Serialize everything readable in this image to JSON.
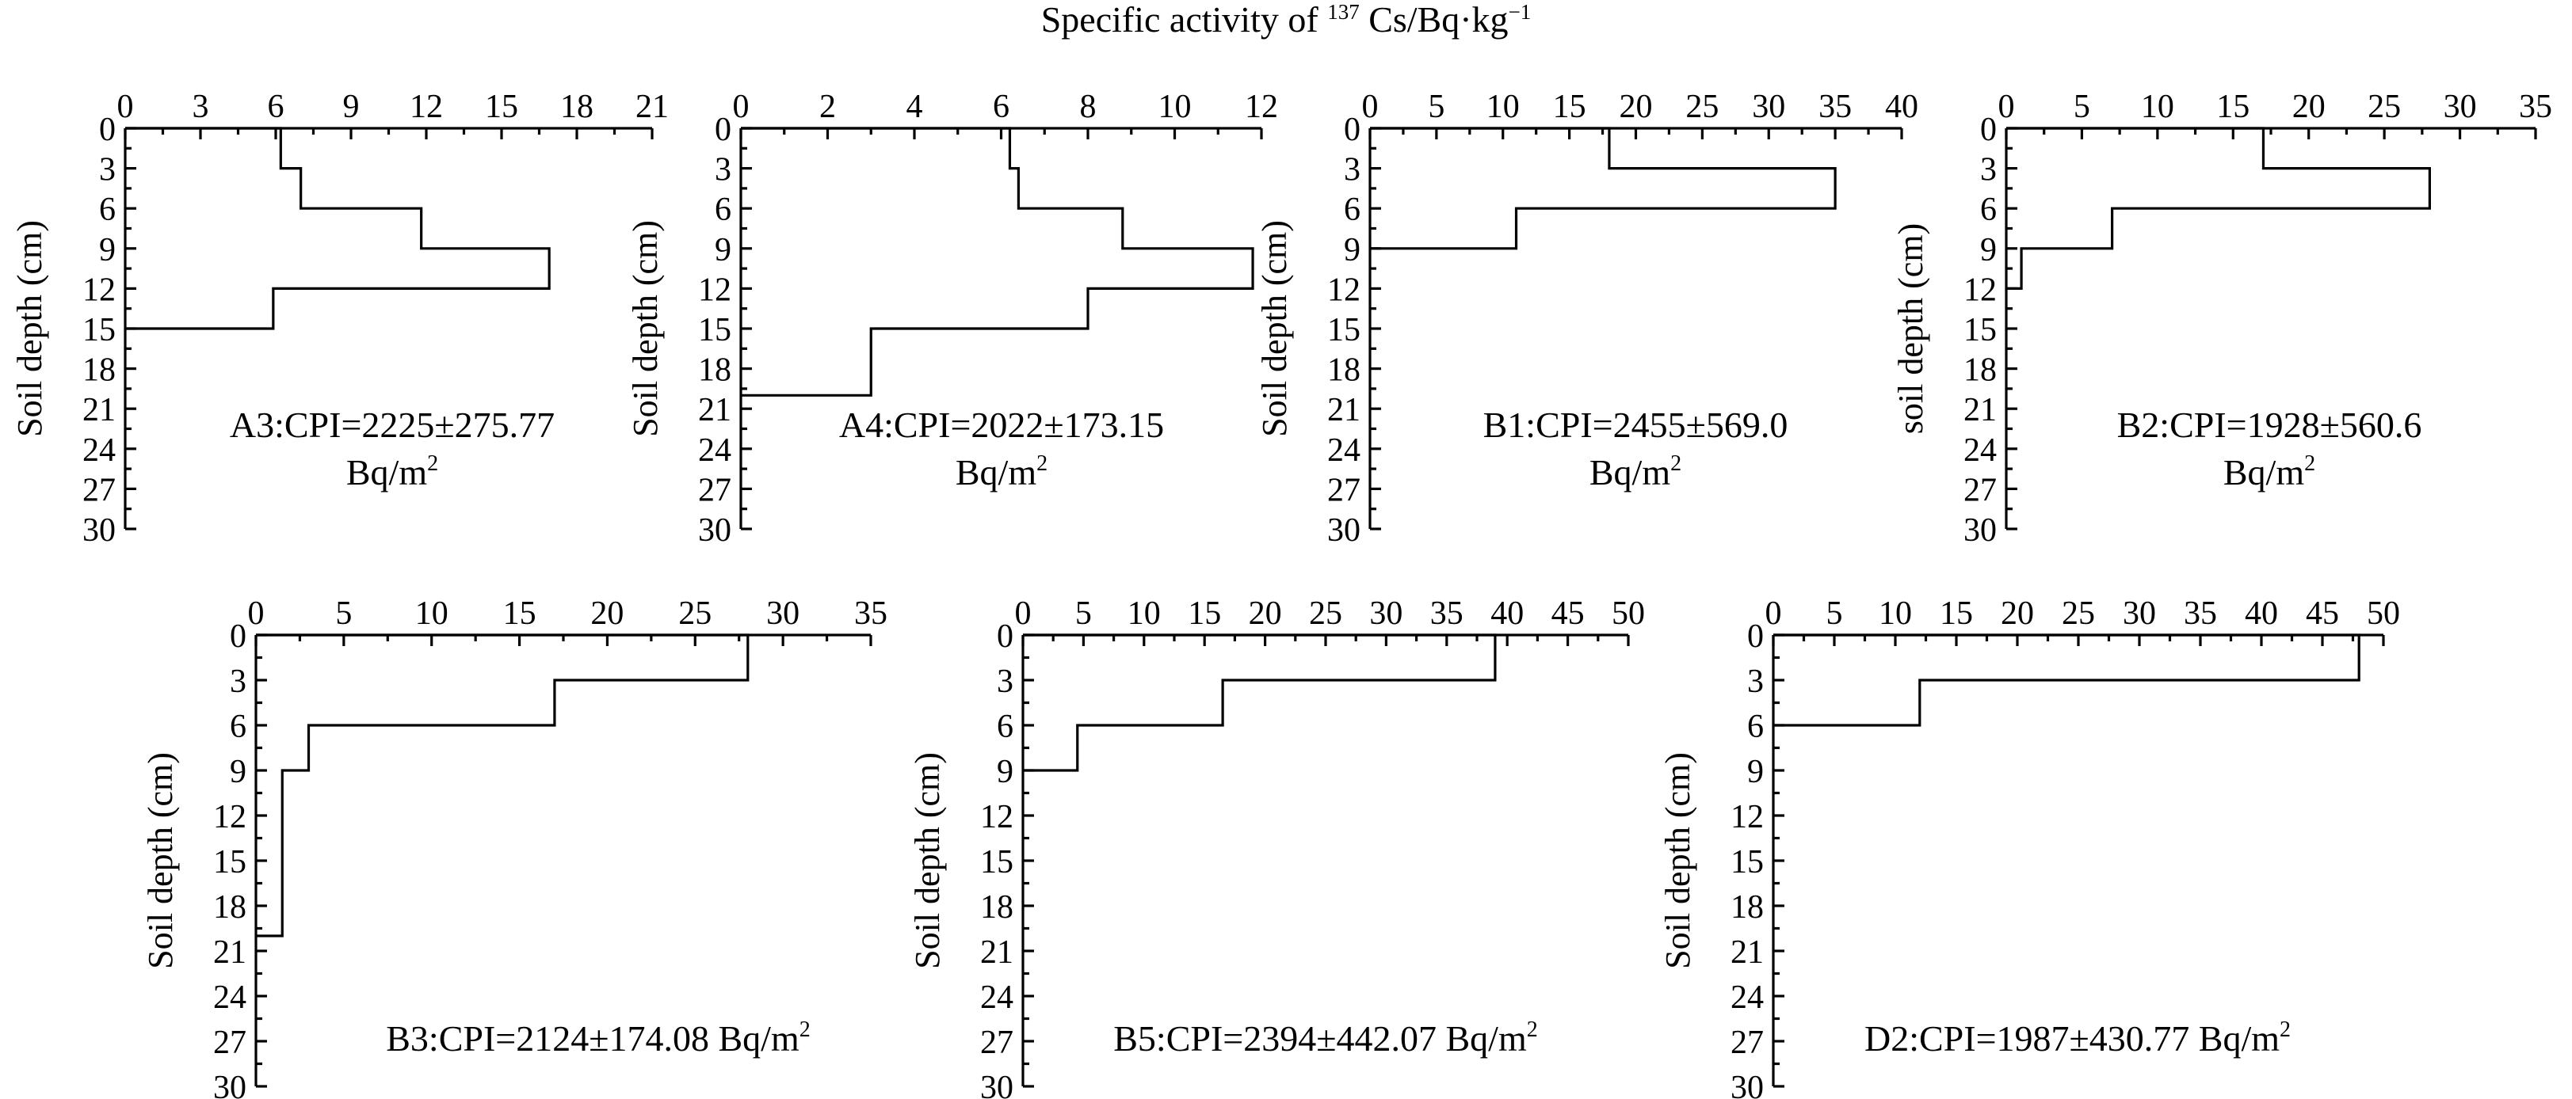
{
  "figure_title": {
    "prefix": "Specific activity of ",
    "superscript": "137",
    "suffix": " Cs/Bq·kg",
    "unit_exponent": "−1"
  },
  "chart_data": [
    {
      "type": "line",
      "step_profile": true,
      "site": "A3",
      "ylabel": "Soil depth (cm)",
      "xlim": [
        0,
        21
      ],
      "x_ticks": [
        "0",
        "3",
        "6",
        "9",
        "12",
        "15",
        "18",
        "21"
      ],
      "ylim": [
        0,
        30
      ],
      "y_ticks": [
        "0",
        "3",
        "6",
        "9",
        "12",
        "15",
        "18",
        "21",
        "24",
        "27",
        "30"
      ],
      "annotation_line1": "A3:CPI=2225±275.77",
      "annotation_line2": "Bq/m",
      "annotation_sup": "2",
      "layers": [
        {
          "depth": [
            0,
            3
          ],
          "value": 6.2
        },
        {
          "depth": [
            3,
            6
          ],
          "value": 7.0
        },
        {
          "depth": [
            6,
            9
          ],
          "value": 11.8
        },
        {
          "depth": [
            9,
            12
          ],
          "value": 16.9
        },
        {
          "depth": [
            12,
            15
          ],
          "value": 5.9
        }
      ]
    },
    {
      "type": "line",
      "step_profile": true,
      "site": "A4",
      "ylabel": "Soil depth (cm)",
      "xlim": [
        0,
        12
      ],
      "x_ticks": [
        "0",
        "2",
        "4",
        "6",
        "8",
        "10",
        "12"
      ],
      "ylim": [
        0,
        30
      ],
      "y_ticks": [
        "0",
        "3",
        "6",
        "9",
        "12",
        "15",
        "18",
        "21",
        "24",
        "27",
        "30"
      ],
      "annotation_line1": "A4:CPI=2022±173.15",
      "annotation_line2": "Bq/m",
      "annotation_sup": "2",
      "layers": [
        {
          "depth": [
            0,
            3
          ],
          "value": 6.2
        },
        {
          "depth": [
            3,
            6
          ],
          "value": 6.4
        },
        {
          "depth": [
            6,
            9
          ],
          "value": 8.8
        },
        {
          "depth": [
            9,
            12
          ],
          "value": 11.8
        },
        {
          "depth": [
            12,
            15
          ],
          "value": 8.0
        },
        {
          "depth": [
            15,
            20
          ],
          "value": 3.0
        }
      ]
    },
    {
      "type": "line",
      "step_profile": true,
      "site": "B1",
      "ylabel": "Soil depth (cm)",
      "xlim": [
        0,
        40
      ],
      "x_ticks": [
        "0",
        "5",
        "10",
        "15",
        "20",
        "25",
        "30",
        "35",
        "40"
      ],
      "ylim": [
        0,
        30
      ],
      "y_ticks": [
        "0",
        "3",
        "6",
        "9",
        "12",
        "15",
        "18",
        "21",
        "24",
        "27",
        "30"
      ],
      "annotation_line1": "B1:CPI=2455±569.0",
      "annotation_line2": "Bq/m",
      "annotation_sup": "2",
      "layers": [
        {
          "depth": [
            0,
            3
          ],
          "value": 18.0
        },
        {
          "depth": [
            3,
            6
          ],
          "value": 35.0
        },
        {
          "depth": [
            6,
            9
          ],
          "value": 11.0
        }
      ]
    },
    {
      "type": "line",
      "step_profile": true,
      "site": "B2",
      "ylabel": "soil depth (cm)",
      "xlim": [
        0,
        35
      ],
      "x_ticks": [
        "0",
        "5",
        "10",
        "15",
        "20",
        "25",
        "30",
        "35"
      ],
      "ylim": [
        0,
        30
      ],
      "y_ticks": [
        "0",
        "3",
        "6",
        "9",
        "12",
        "15",
        "18",
        "21",
        "24",
        "27",
        "30"
      ],
      "annotation_line1": "B2:CPI=1928±560.6",
      "annotation_line2": "Bq/m",
      "annotation_sup": "2",
      "layers": [
        {
          "depth": [
            0,
            3
          ],
          "value": 17.0
        },
        {
          "depth": [
            3,
            6
          ],
          "value": 28.0
        },
        {
          "depth": [
            6,
            9
          ],
          "value": 7.0
        },
        {
          "depth": [
            9,
            12
          ],
          "value": 1.0
        }
      ]
    },
    {
      "type": "line",
      "step_profile": true,
      "site": "B3",
      "ylabel": "Soil depth (cm)",
      "xlim": [
        0,
        35
      ],
      "x_ticks": [
        "0",
        "5",
        "10",
        "15",
        "20",
        "25",
        "30",
        "35"
      ],
      "ylim": [
        0,
        30
      ],
      "y_ticks": [
        "0",
        "3",
        "6",
        "9",
        "12",
        "15",
        "18",
        "21",
        "24",
        "27",
        "30"
      ],
      "annotation_line1": "B3:CPI=2124±174.08 Bq/m",
      "annotation_line2": "",
      "annotation_sup": "2",
      "layers": [
        {
          "depth": [
            0,
            3
          ],
          "value": 28.0
        },
        {
          "depth": [
            3,
            6
          ],
          "value": 17.0
        },
        {
          "depth": [
            6,
            9
          ],
          "value": 3.0
        },
        {
          "depth": [
            9,
            15
          ],
          "value": 1.5
        },
        {
          "depth": [
            15,
            20
          ],
          "value": 1.5
        }
      ]
    },
    {
      "type": "line",
      "step_profile": true,
      "site": "B5",
      "ylabel": "Soil depth (cm)",
      "xlim": [
        0,
        50
      ],
      "x_ticks": [
        "0",
        "5",
        "10",
        "15",
        "20",
        "25",
        "30",
        "35",
        "40",
        "45",
        "50"
      ],
      "ylim": [
        0,
        30
      ],
      "y_ticks": [
        "0",
        "3",
        "6",
        "9",
        "12",
        "15",
        "18",
        "21",
        "24",
        "27",
        "30"
      ],
      "annotation_line1": "B5:CPI=2394±442.07 Bq/m",
      "annotation_line2": "",
      "annotation_sup": "2",
      "layers": [
        {
          "depth": [
            0,
            3
          ],
          "value": 39.0
        },
        {
          "depth": [
            3,
            6
          ],
          "value": 16.5
        },
        {
          "depth": [
            6,
            9
          ],
          "value": 4.5
        }
      ]
    },
    {
      "type": "line",
      "step_profile": true,
      "site": "D2",
      "ylabel": "Soil depth (cm)",
      "xlim": [
        0,
        50
      ],
      "x_ticks": [
        "0",
        "5",
        "10",
        "15",
        "20",
        "25",
        "30",
        "35",
        "40",
        "45",
        "50"
      ],
      "ylim": [
        0,
        30
      ],
      "y_ticks": [
        "0",
        "3",
        "6",
        "9",
        "12",
        "15",
        "18",
        "21",
        "24",
        "27",
        "30"
      ],
      "annotation_line1": "D2:CPI=1987±430.77 Bq/m",
      "annotation_line2": "",
      "annotation_sup": "2",
      "layers": [
        {
          "depth": [
            0,
            3
          ],
          "value": 48.0
        },
        {
          "depth": [
            3,
            6
          ],
          "value": 12.0
        }
      ]
    }
  ]
}
